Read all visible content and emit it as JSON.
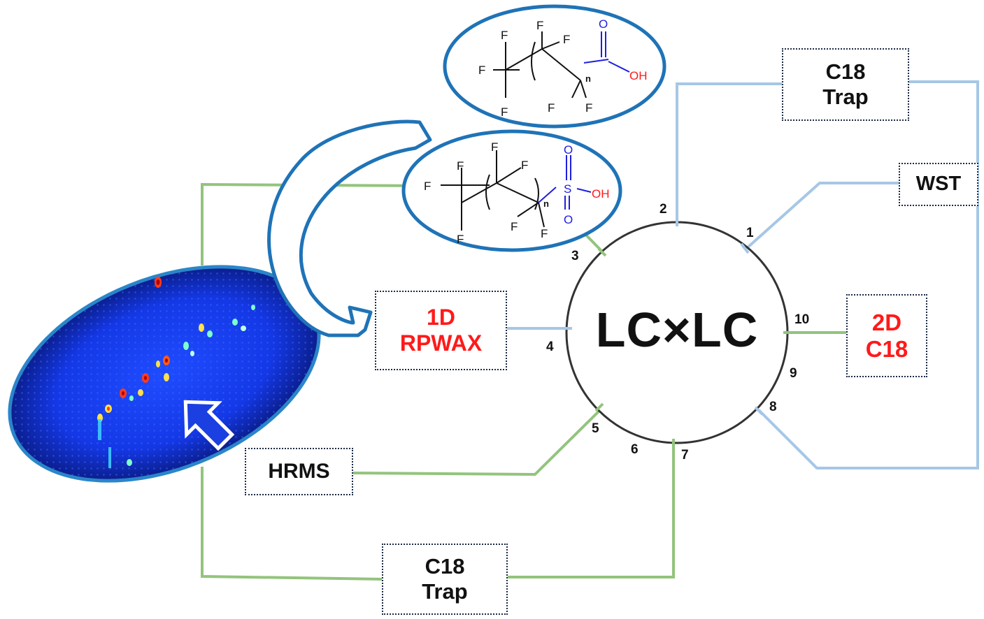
{
  "center": {
    "label": "LC×LC"
  },
  "ports": [
    {
      "id": "port-1",
      "label": "1"
    },
    {
      "id": "port-2",
      "label": "2"
    },
    {
      "id": "port-3",
      "label": "3"
    },
    {
      "id": "port-4",
      "label": "4"
    },
    {
      "id": "port-5",
      "label": "5"
    },
    {
      "id": "port-6",
      "label": "6"
    },
    {
      "id": "port-7",
      "label": "7"
    },
    {
      "id": "port-8",
      "label": "8"
    },
    {
      "id": "port-9",
      "label": "9"
    },
    {
      "id": "port-10",
      "label": "10"
    }
  ],
  "boxes": {
    "c18_trap_top": {
      "line1": "C18",
      "line2": "Trap"
    },
    "wst": {
      "label": "WST"
    },
    "first_dim": {
      "line1": "1D",
      "line2": "RPWAX"
    },
    "second_dim": {
      "line1": "2D",
      "line2": "C18"
    },
    "hrms": {
      "label": "HRMS"
    },
    "c18_trap_bottom": {
      "line1": "C18",
      "line2": "Trap"
    }
  },
  "molecules": {
    "carboxylic": {
      "f_atom": "F",
      "o_atom": "O",
      "oh": "OH",
      "subscript": "n"
    },
    "sulfonic": {
      "f_atom": "F",
      "s_atom": "S",
      "o_atom": "O",
      "oh": "OH",
      "subscript": "n"
    }
  },
  "colors": {
    "green_line": "#93c47d",
    "blue_line": "#a6c7e6",
    "ellipse_border": "#1f73b7",
    "red_text": "#ff1a1a",
    "chem_blue": "#1f1fe0",
    "chem_red": "#ff1a1a"
  },
  "icons": [
    "curved-arrow-icon",
    "hollow-arrow-icon",
    "chromatogram-image"
  ]
}
